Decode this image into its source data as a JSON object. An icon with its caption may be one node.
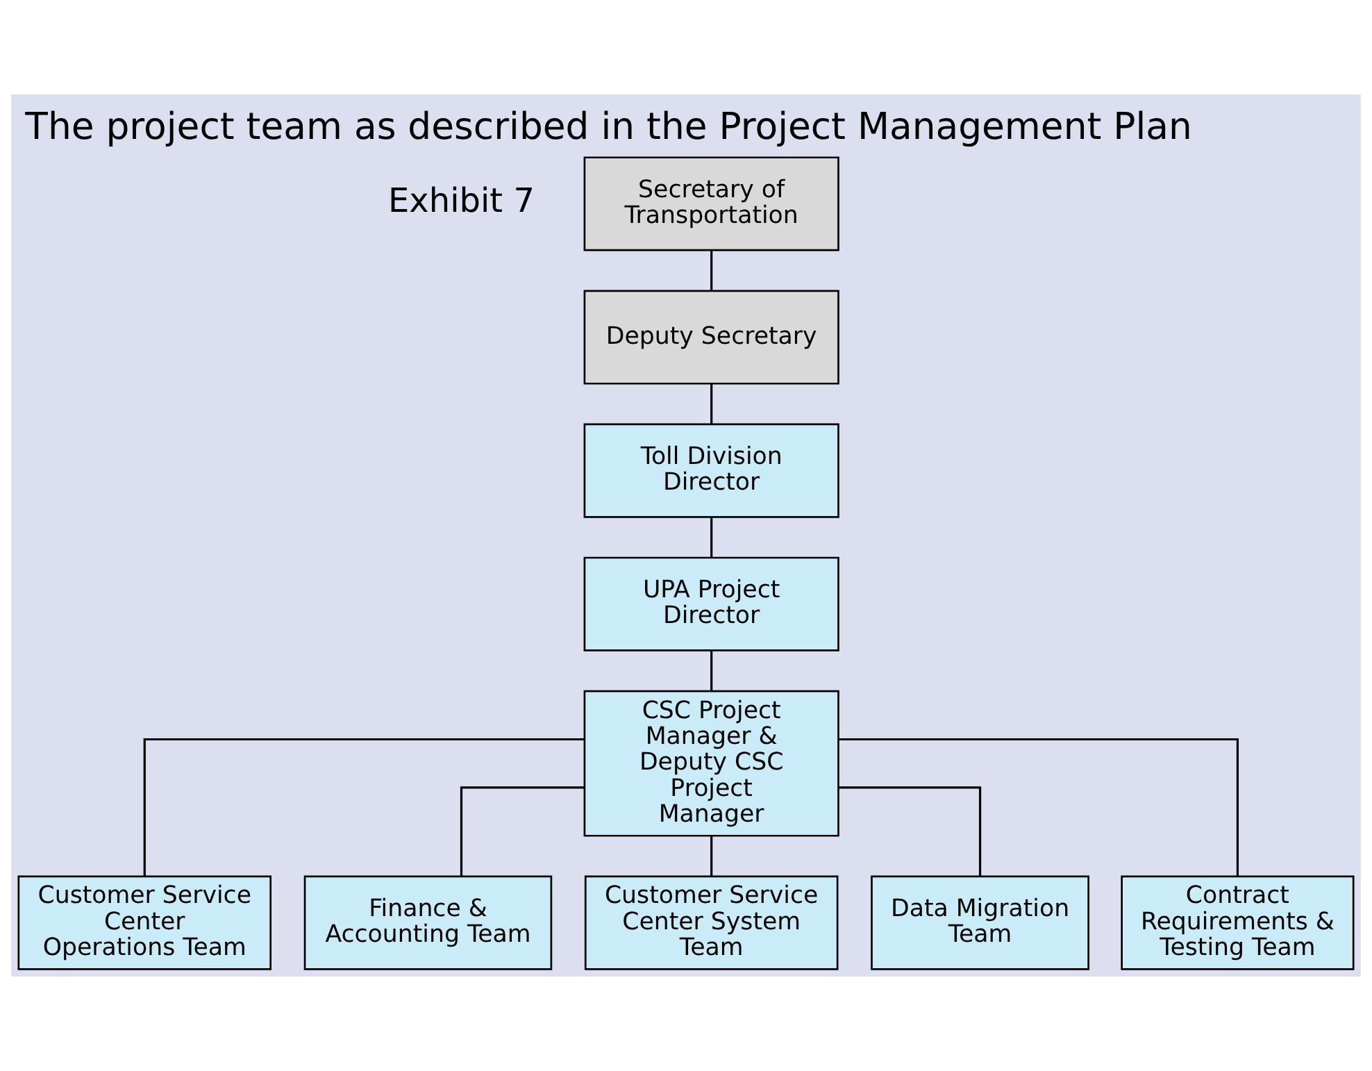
{
  "diagram": {
    "title": "The project team as described in the Project Management Plan",
    "nodes": [
      {
        "text": [
          "Secretary of Transportation"
        ]
      },
      {
        "text": [
          "Deputy Secretary"
        ]
      },
      {
        "text": [
          "Toll Division Director"
        ]
      },
      {
        "text": [
          "UPA Project Director"
        ]
      },
      {
        "text": [
          "CSC Project Manager & Deputy CSC Project Manager"
        ]
      },
      {
        "text": [
          "Customer Service Center Operations Team"
        ]
      },
      {
        "text": [
          "Finance & Accounting Team"
        ]
      },
      {
        "text": [
          "Customer Service Center System Team"
        ]
      },
      {
        "text": [
          "Data Migration Team"
        ]
      },
      {
        "text": [
          "Contract Requirements & Testing Team"
        ]
      }
    ],
    "edges": [
      {
        "from": 0,
        "to": 1,
        "arrow": "none"
      },
      {
        "from": 1,
        "to": 2,
        "arrow": "none"
      },
      {
        "from": 2,
        "to": 3,
        "arrow": "none"
      },
      {
        "from": 3,
        "to": 4,
        "arrow": "none"
      },
      {
        "from": 4,
        "to": 5,
        "arrow": "none"
      },
      {
        "from": 4,
        "to": 6,
        "arrow": "none"
      },
      {
        "from": 4,
        "to": 7,
        "arrow": "none"
      },
      {
        "from": 4,
        "to": 8,
        "arrow": "none"
      },
      {
        "from": 4,
        "to": 9,
        "arrow": "none"
      }
    ],
    "labels": [
      "Exhibit 7"
    ]
  }
}
